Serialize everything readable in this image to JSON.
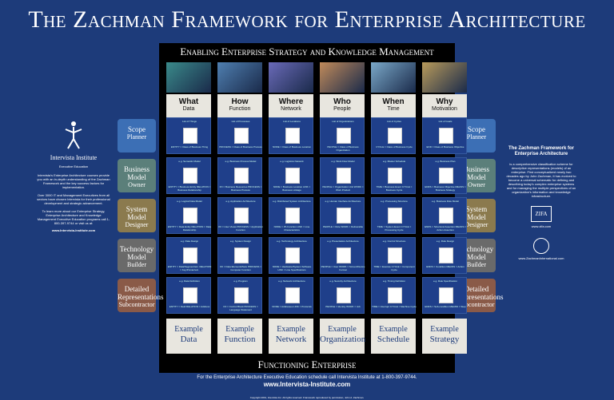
{
  "title": "The Zachman Framework for Enterprise Architecture",
  "subtitle": "Enabling Enterprise Strategy and Knowledge Management",
  "footer_banner": "Functioning Enterprise",
  "columns": [
    {
      "what": "What",
      "sub": "Data"
    },
    {
      "what": "How",
      "sub": "Function"
    },
    {
      "what": "Where",
      "sub": "Network"
    },
    {
      "what": "Who",
      "sub": "People"
    },
    {
      "what": "When",
      "sub": "Time"
    },
    {
      "what": "Why",
      "sub": "Motivation"
    }
  ],
  "rows": [
    {
      "label": "Scope",
      "sub": "Planner",
      "color": "#3c6fb5"
    },
    {
      "label": "Business Model",
      "sub": "Owner",
      "color": "#5b7f7a"
    },
    {
      "label": "System Model",
      "sub": "Designer",
      "color": "#8b7a4e"
    },
    {
      "label": "Technology Model",
      "sub": "Builder",
      "color": "#6a6a6a"
    },
    {
      "label": "Detailed Representations",
      "sub": "Subcontractor",
      "color": "#8a5a48"
    }
  ],
  "examples": [
    {
      "a": "Example",
      "b": "Data"
    },
    {
      "a": "Example",
      "b": "Function"
    },
    {
      "a": "Example",
      "b": "Network"
    },
    {
      "a": "Example",
      "b": "Organization"
    },
    {
      "a": "Example",
      "b": "Schedule"
    },
    {
      "a": "Example",
      "b": "Strategy"
    }
  ],
  "cells": [
    [
      "List of Things",
      "List of Processes",
      "List of Locations",
      "List of Organizations",
      "List of Cycles",
      "List of Goals"
    ],
    [
      "e.g. Semantic Model",
      "e.g. Business Process Model",
      "e.g. Logistics Network",
      "e.g. Work Flow Model",
      "e.g. Master Schedule",
      "e.g. Business Plan"
    ],
    [
      "e.g. Logical Data Model",
      "e.g. Application Architecture",
      "e.g. Distributed System Architecture",
      "e.g. Human Interface Architecture",
      "e.g. Processing Structure",
      "e.g. Business Rule Model"
    ],
    [
      "e.g. Data Design",
      "e.g. System Design",
      "e.g. Technology Architecture",
      "e.g. Presentation Architecture",
      "e.g. Control Structure",
      "e.g. Rule Design"
    ],
    [
      "e.g. Data Definition",
      "e.g. Program",
      "e.g. Network Architecture",
      "e.g. Security Architecture",
      "e.g. Timing Definition",
      "e.g. Rule Specification"
    ]
  ],
  "cell_bottoms": [
    [
      "ENTITY = Class of Business Thing",
      "PROCESS = Class of Business Process",
      "NODE = Class of Business Location",
      "PEOPLE = Class of Business Organization",
      "CYCLE = Class of Business Cycle",
      "END = Class of Business Objective"
    ],
    [
      "ENTITY = Business Entity RELATION = Business Relationship",
      "I/O = Business Resources PROCESS = Business Process",
      "NODE = Business Location LINK = Business Linkage",
      "PEOPLE = Organization Unit WORK = Work Product",
      "TIME = Business Event CYCLE = Business Cycle",
      "ENDS = Business Objective MEANS = Business Strategy"
    ],
    [
      "ENTITY = Data Entity RELATION = Data Relationship",
      "I/O = User Views PROCESS = Application Function",
      "NODE = I/S Function LINK = Line Characteristics",
      "PEOPLE = Role WORK = Deliverable",
      "TIME = System Event CYCLE = Processing Cycle",
      "ENDS = Structural Assertion MEANS = Action Assertion"
    ],
    [
      "ENTITY = Data/Segment/etc. RELATION = Key/Pointer/etc.",
      "I/O = Data Elements/Sets PROCESS = Computer Function",
      "NODE = Hardware/System Software LINK = Line Specifications",
      "PEOPLE = User WORK = Screen/Device Format",
      "TIME = Execute CYCLE = Component Cycle",
      "ENDS = Condition MEANS = Action"
    ],
    [
      "ENTITY = Field RELATION = Address",
      "I/O = Control Block PROCESS = Language Statement",
      "NODE = Addresses LINK = Protocols",
      "PEOPLE = Identity WORK = Job",
      "TIME = Interrupt CYCLE = Machine Cycle",
      "ENDS = Sub-condition MEANS = Step"
    ]
  ],
  "left": {
    "logo": "Intervista Institute",
    "exec": "Executive Education",
    "para1": "Intervista's Enterprise Architecture courses provide you with an in-depth understanding of the Zachman Framework and the key success factors for implementation.",
    "para2": "Over 3000 IT and Management Executives from all sectors have chosen Intervista for their professional development and strategic advancement.",
    "para3": "To learn more about our Enterprise Strategy, Enterprise Architecture and Knowledge Management Executive Education programs call 1-800-397-9744 or visit us at:",
    "url": "www.Intervista-Institute.com"
  },
  "right": {
    "title": "The Zachman Framework for Enterprise Architecture",
    "desc": "is a comprehensive classification scheme for descriptive representations (models) of an enterprise. First conceptualized nearly two decades ago by John Zachman, it has evolved to become a universal schematic for defining and describing today's complex enterprise systems and for managing the multiple perspectives of an organization's information and knowledge infrastructure.",
    "zifa": "ZIFA",
    "zifa_url": "www.zifa.com",
    "zi_url": "www.ZachmanInternational.com"
  },
  "bottom": {
    "line1": "For the Enterprise Architecture Executive Education schedule call Intervista Institute at 1-800-397-9744.",
    "line2": "www.Intervista-Institute.com",
    "copyright": "Copyright 2001, Intervista Inc. All rights reserved. Framework reproduced by permission, John A. Zachman."
  }
}
